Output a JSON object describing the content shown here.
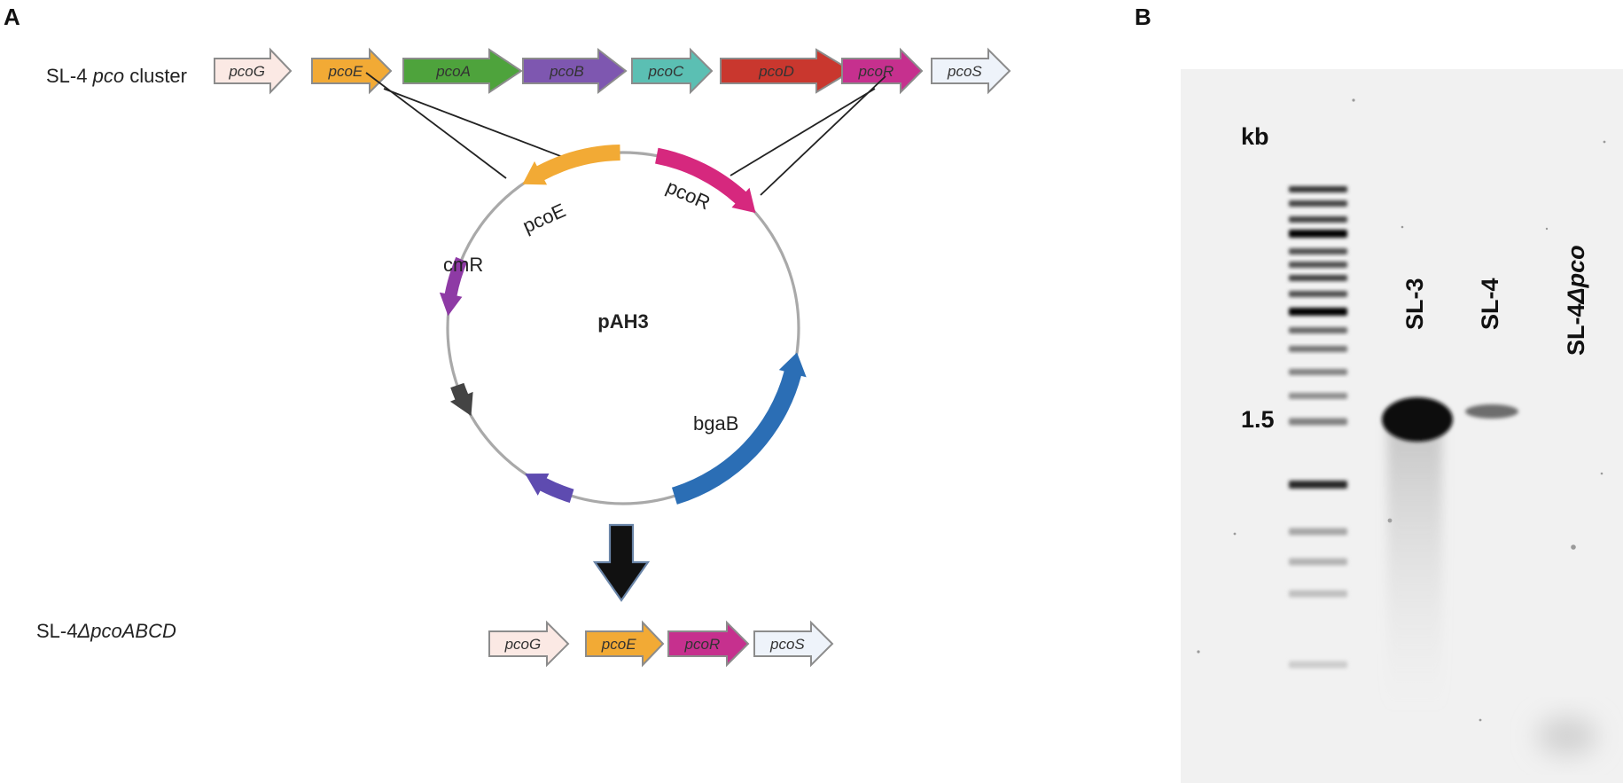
{
  "panel_a": {
    "letter": "A",
    "top_row": {
      "label_prefix": "SL-4 ",
      "label_italic": "pco",
      "label_suffix": " cluster",
      "genes": [
        {
          "name": "pcoG",
          "color": "#fbe9e4"
        },
        {
          "name": "pcoE",
          "color": "#f2aa35"
        },
        {
          "name": "pcoA",
          "color": "#4ea33c"
        },
        {
          "name": "pcoB",
          "color": "#7e57b0"
        },
        {
          "name": "pcoC",
          "color": "#5bbfb3"
        },
        {
          "name": "pcoD",
          "color": "#c9372e"
        },
        {
          "name": "pcoR",
          "color": "#c6308e"
        },
        {
          "name": "pcoS",
          "color": "#eef3fa"
        }
      ]
    },
    "plasmid": {
      "name": "pAH3",
      "labels": {
        "pcoE": "pcoE",
        "pcoR": "pcoR",
        "cmR": "cmR",
        "bgaB": "bgaB"
      },
      "colors": {
        "pcoE": "#f2aa35",
        "pcoR": "#d6287e",
        "cmR": "#8e3aa5",
        "bgaB": "#2b6eb5",
        "unnamed_dark": "#444444",
        "unnamed_purple": "#5e4bb0"
      }
    },
    "bottom_row": {
      "label_prefix": "SL-4",
      "label_italic": "ΔpcoABCD",
      "genes": [
        {
          "name": "pcoG",
          "color": "#fbe9e4"
        },
        {
          "name": "pcoE",
          "color": "#f2aa35"
        },
        {
          "name": "pcoR",
          "color": "#c6308e"
        },
        {
          "name": "pcoS",
          "color": "#eef3fa"
        }
      ]
    }
  },
  "panel_b": {
    "letter": "B",
    "unit": "kb",
    "marker": "1.5",
    "lanes": [
      {
        "label": "SL-3",
        "band_intensity": 1.0
      },
      {
        "label": "SL-4",
        "band_intensity": 0.35
      },
      {
        "label_prefix": "SL-4",
        "label_italic": "Δpco",
        "band_intensity": 0.0
      }
    ]
  }
}
